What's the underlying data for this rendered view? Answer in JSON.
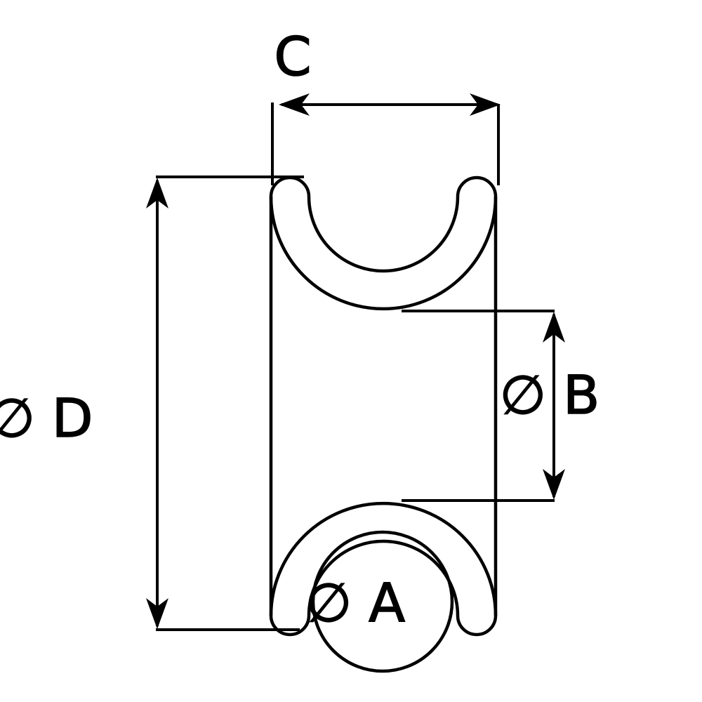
{
  "diagram": {
    "kind": "technical-dimension-drawing",
    "colors": {
      "background": "#ffffff",
      "line": "#000000"
    },
    "labels": {
      "width": "C",
      "outer_diameter": "∅ D",
      "groove_root_diameter": "∅ B",
      "bore_diameter": "∅ A"
    }
  }
}
